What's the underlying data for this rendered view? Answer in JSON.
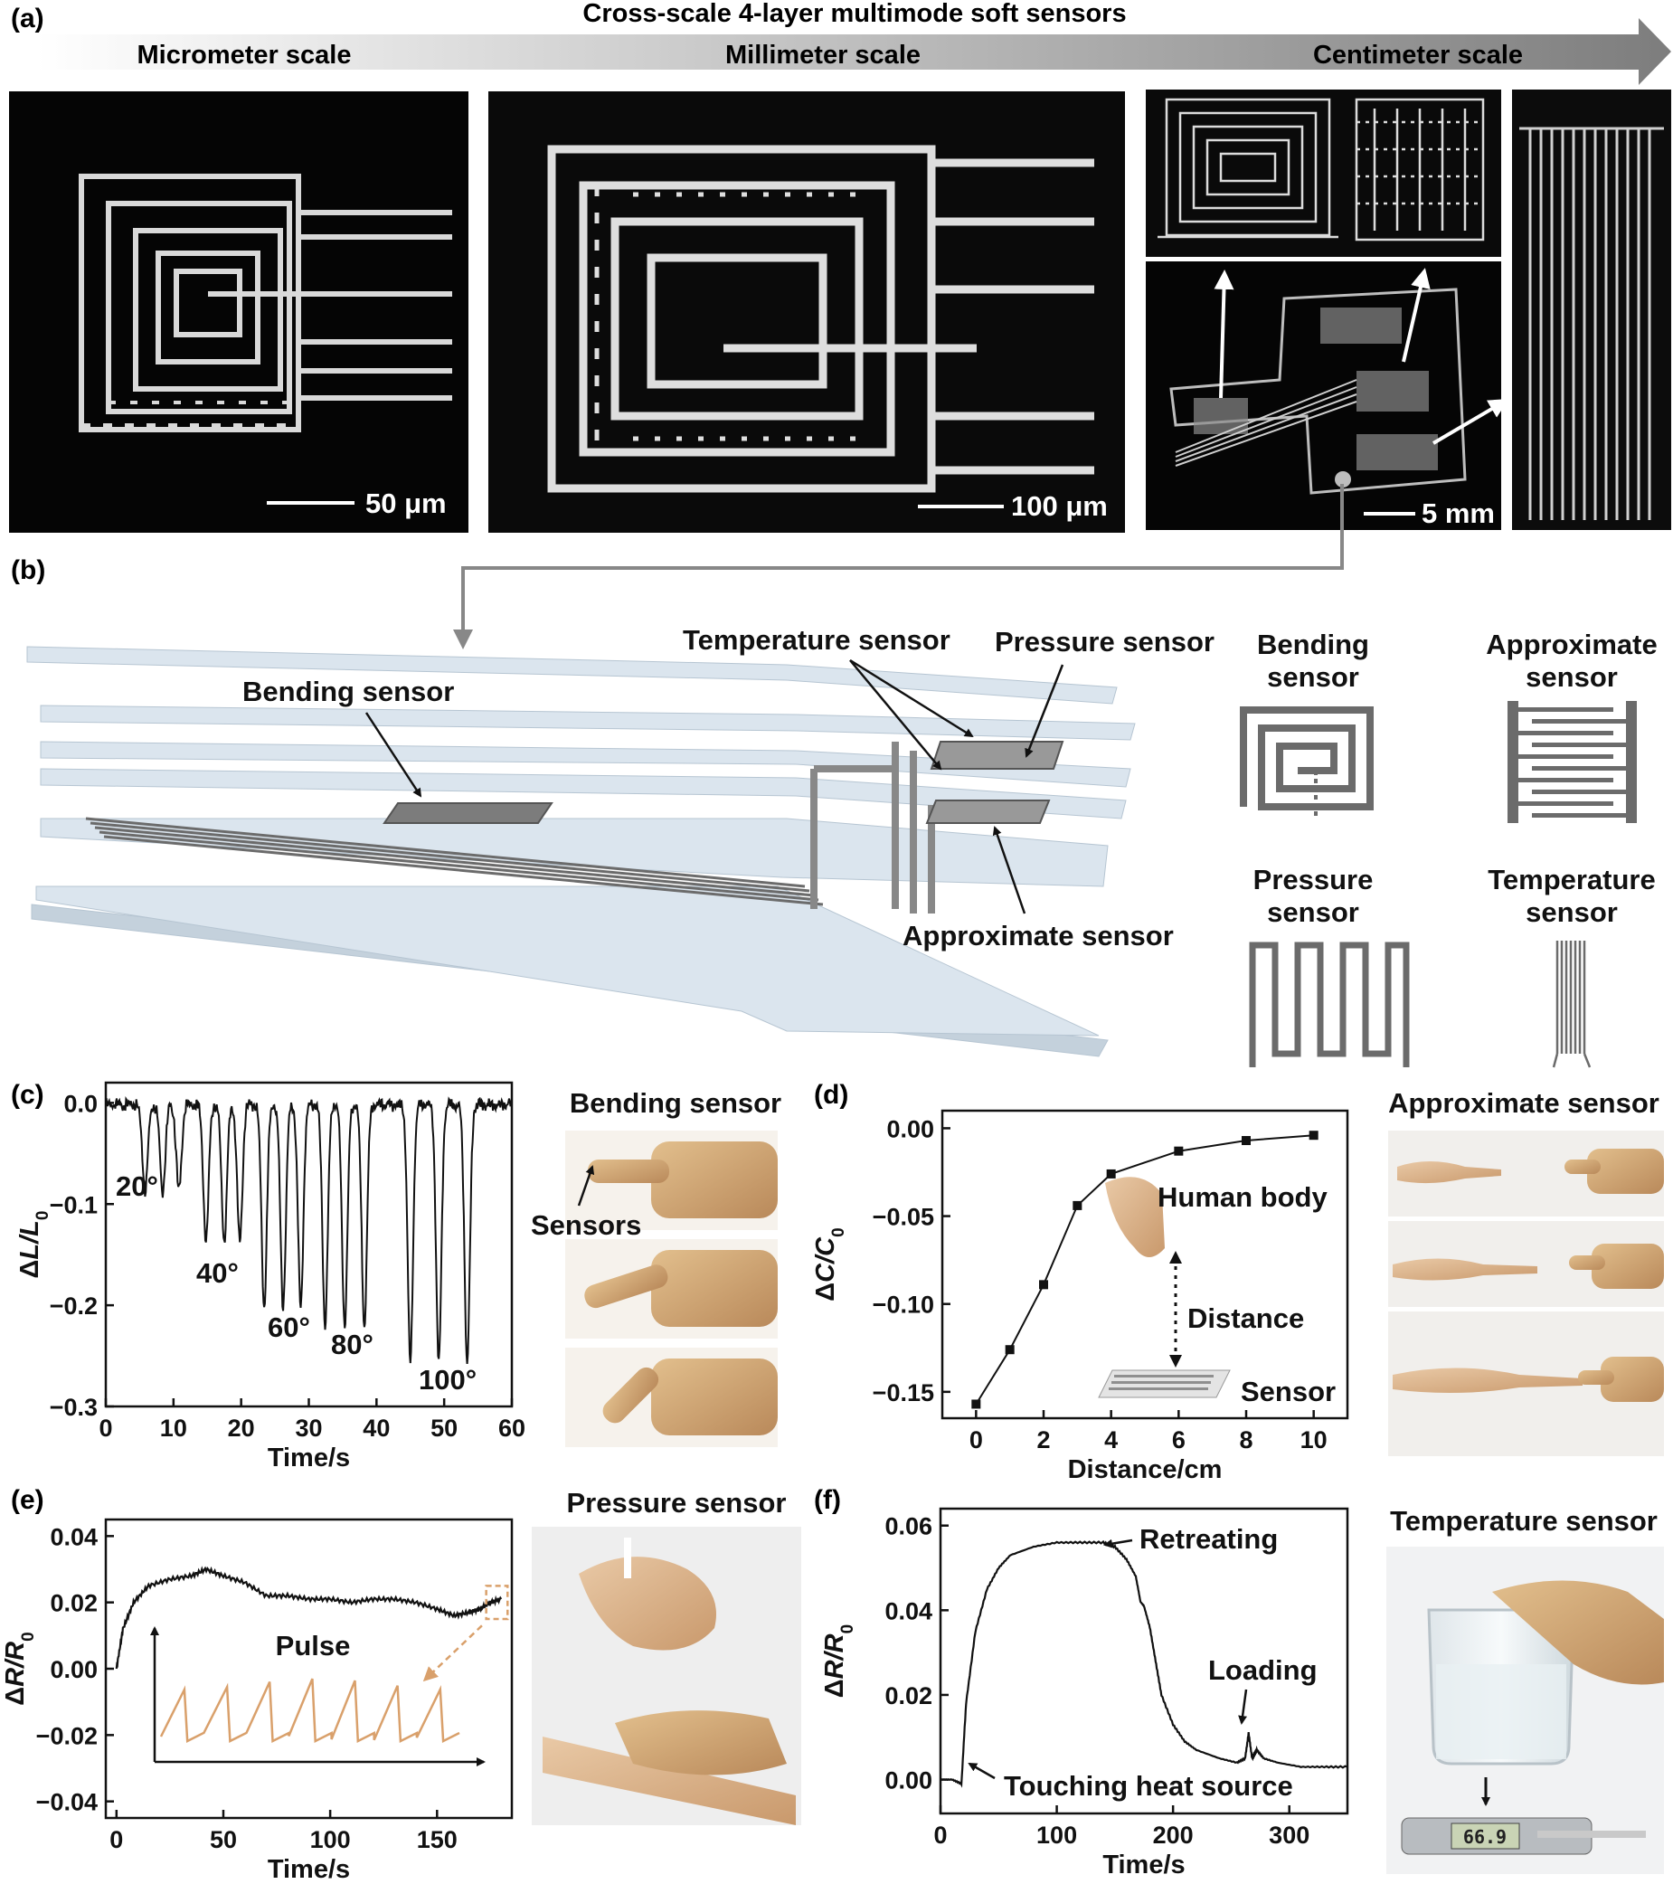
{
  "panel_labels": {
    "a": "(a)",
    "b": "(b)",
    "c": "(c)",
    "d": "(d)",
    "e": "(e)",
    "f": "(f)"
  },
  "panel_a": {
    "title": "Cross-scale 4-layer multimode soft sensors",
    "scales": [
      "Micrometer scale",
      "Millimeter scale",
      "Centimeter scale"
    ],
    "scale_bars": [
      "50 μm",
      "100 μm",
      "5 mm"
    ]
  },
  "panel_b": {
    "callouts": {
      "bending": "Bending sensor",
      "temperature": "Temperature sensor",
      "pressure": "Pressure sensor",
      "approximate": "Approximate sensor"
    },
    "patterns": {
      "bending": [
        "Bending",
        "sensor"
      ],
      "approximate": [
        "Approximate",
        "sensor"
      ],
      "pressure": [
        "Pressure",
        "sensor"
      ],
      "temperature": [
        "Temperature",
        "sensor"
      ]
    }
  },
  "panel_c": {
    "photo_title": "Bending sensor",
    "photo_annotation": "Sensors"
  },
  "panel_d": {
    "photo_title": "Approximate sensor",
    "annotations": {
      "human": "Human body",
      "distance": "Distance",
      "sensor": "Sensor"
    }
  },
  "panel_e": {
    "photo_title": "Pressure sensor",
    "inset_label": "Pulse"
  },
  "panel_f": {
    "photo_title": "Temperature sensor",
    "annotations": {
      "retreating": "Retreating",
      "loading": "Loading",
      "touching": "Touching heat source"
    },
    "thermometer_display": "66.9"
  },
  "colors": {
    "trace": "#111111",
    "pulse": "#d9a06b",
    "layer_fill": "#dbe5ee",
    "layer_edge": "#b6c5d2",
    "electrode": "#6b6b6b",
    "arrow_band_start": "#ffffff",
    "arrow_band_end": "#7d7d7d"
  },
  "chart_data": [
    {
      "id": "c",
      "type": "line",
      "xlabel": "Time/s",
      "ylabel": "ΔL/L0",
      "xlim": [
        0,
        60
      ],
      "ylim": [
        -0.3,
        0.02
      ],
      "xticks": [
        0,
        10,
        20,
        30,
        40,
        50,
        60
      ],
      "yticks": [
        0.0,
        -0.1,
        -0.2,
        -0.3
      ],
      "ytick_labels": [
        "0.0",
        "−0.1",
        "−0.2",
        "−0.3"
      ],
      "bend_events": [
        {
          "label": "20°",
          "times": [
            5.8,
            8.4,
            10.8
          ],
          "minimum": -0.085
        },
        {
          "label": "40°",
          "times": [
            14.8,
            17.5,
            19.8
          ],
          "minimum": -0.135
        },
        {
          "label": "60°",
          "times": [
            23.4,
            26.2,
            28.8
          ],
          "minimum": -0.2
        },
        {
          "label": "80°",
          "times": [
            32.4,
            35.3,
            38.2
          ],
          "minimum": -0.218
        },
        {
          "label": "100°",
          "times": [
            45.0,
            49.2,
            53.4
          ],
          "minimum": -0.255
        }
      ]
    },
    {
      "id": "d",
      "type": "line",
      "xlabel": "Distance/cm",
      "ylabel": "ΔC/C0",
      "xlim": [
        -1.0,
        11.0
      ],
      "ylim": [
        -0.165,
        0.01
      ],
      "xticks": [
        0,
        2,
        4,
        6,
        8,
        10
      ],
      "yticks": [
        0.0,
        -0.05,
        -0.1,
        -0.15
      ],
      "ytick_labels": [
        "0.00",
        "−0.05",
        "−0.10",
        "−0.15"
      ],
      "x": [
        0,
        1,
        2,
        3,
        4,
        6,
        8,
        10
      ],
      "y": [
        -0.157,
        -0.126,
        -0.089,
        -0.044,
        -0.026,
        -0.013,
        -0.007,
        -0.004
      ]
    },
    {
      "id": "e",
      "type": "line",
      "xlabel": "Time/s",
      "ylabel": "ΔR/R0",
      "xlim": [
        -5,
        185
      ],
      "ylim": [
        -0.045,
        0.045
      ],
      "xticks": [
        0,
        50,
        100,
        150
      ],
      "yticks": [
        0.04,
        0.02,
        0.0,
        -0.02,
        -0.04
      ],
      "ytick_labels": [
        "0.04",
        "0.02",
        "0.00",
        "−0.02",
        "−0.04"
      ],
      "x": [
        0,
        3,
        8,
        15,
        25,
        35,
        42,
        50,
        60,
        70,
        80,
        90,
        100,
        110,
        120,
        130,
        140,
        150,
        158,
        165,
        170,
        175,
        180
      ],
      "y": [
        0.0,
        0.012,
        0.02,
        0.025,
        0.027,
        0.028,
        0.03,
        0.028,
        0.026,
        0.022,
        0.022,
        0.021,
        0.021,
        0.02,
        0.021,
        0.021,
        0.02,
        0.018,
        0.016,
        0.017,
        0.018,
        0.02,
        0.021
      ],
      "inset_pulse_peaks": 7
    },
    {
      "id": "f",
      "type": "line",
      "xlabel": "Time/s",
      "ylabel": "ΔR/R0",
      "xlim": [
        0,
        350
      ],
      "ylim": [
        -0.008,
        0.064
      ],
      "xticks": [
        0,
        100,
        200,
        300
      ],
      "yticks": [
        0.06,
        0.04,
        0.02,
        0.0
      ],
      "ytick_labels": [
        "0.06",
        "0.04",
        "0.02",
        "0.00"
      ],
      "x": [
        0,
        10,
        18,
        22,
        30,
        40,
        50,
        60,
        80,
        100,
        120,
        140,
        150,
        160,
        168,
        172,
        175,
        180,
        185,
        190,
        200,
        210,
        220,
        240,
        255,
        262,
        265,
        268,
        272,
        278,
        290,
        310,
        330,
        350
      ],
      "y": [
        0.0,
        0.0,
        -0.001,
        0.018,
        0.035,
        0.045,
        0.05,
        0.053,
        0.055,
        0.056,
        0.056,
        0.056,
        0.055,
        0.052,
        0.048,
        0.042,
        0.041,
        0.036,
        0.028,
        0.02,
        0.013,
        0.009,
        0.007,
        0.005,
        0.004,
        0.005,
        0.011,
        0.005,
        0.007,
        0.005,
        0.004,
        0.003,
        0.003,
        0.003
      ]
    }
  ]
}
